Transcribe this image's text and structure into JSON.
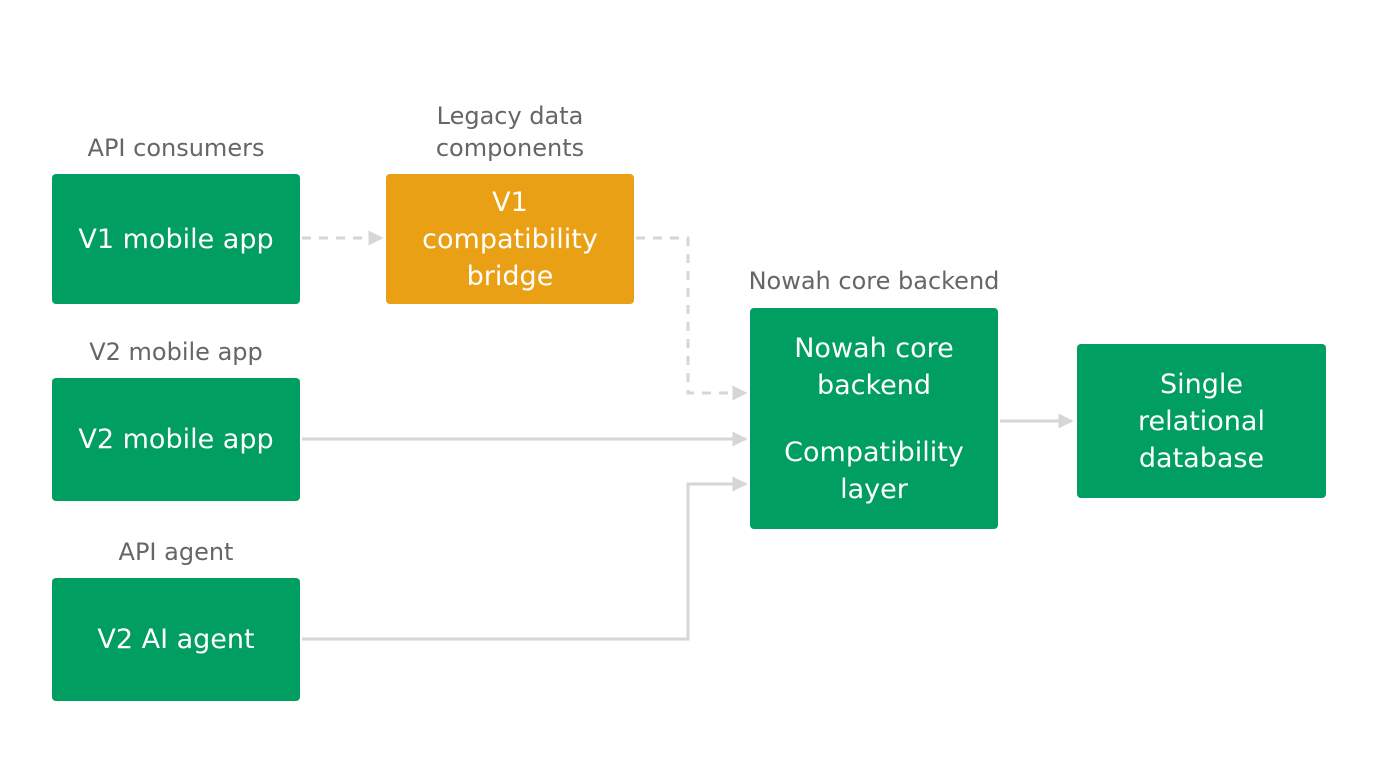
{
  "colors": {
    "green": "#009E60",
    "orange": "#E9A014",
    "connector": "#D6D6D6",
    "label_text": "#666666"
  },
  "groups": {
    "api_consumers": "API consumers",
    "legacy_line1": "Legacy data",
    "legacy_line2": "components",
    "core": "Nowah core backend",
    "v2_mobile": "V2 mobile app",
    "api_agent": "API agent"
  },
  "nodes": {
    "v1_mobile": "V1 mobile app",
    "bridge_line1": "V1",
    "bridge_line2": "compatibility",
    "bridge_line3": "bridge",
    "v2_mobile": "V2 mobile app",
    "ai_agent": "V2 AI agent",
    "core_line1": "Nowah core",
    "core_line2": "backend",
    "compat_line1": "Compatibility",
    "compat_line2": "layer",
    "db_line1": "Single",
    "db_line2": "relational",
    "db_line3": "database"
  },
  "edges": [
    {
      "from": "V1 mobile app",
      "to": "V1 compatibility bridge",
      "style": "dashed"
    },
    {
      "from": "V1 compatibility bridge",
      "to": "Nowah core backend",
      "style": "dashed"
    },
    {
      "from": "V2 mobile app",
      "to": "Nowah core backend",
      "style": "solid"
    },
    {
      "from": "V2 AI agent",
      "to": "Nowah core backend",
      "style": "solid"
    },
    {
      "from": "Nowah core backend",
      "to": "Single relational database",
      "style": "solid"
    }
  ]
}
